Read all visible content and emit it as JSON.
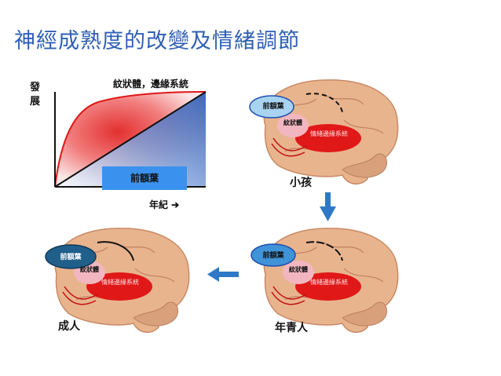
{
  "title": "神經成熟度的改變及情緒調節",
  "graph": {
    "y_label": "發展",
    "x_label": "年紀 ➔",
    "curve_label": "紋狀體，邊緣系統",
    "line_label": "前額葉"
  },
  "brains": [
    {
      "stage": "小孩",
      "pfc": "前額葉",
      "striatum": "紋狀體",
      "limbic": "情緒邊緣系統"
    },
    {
      "stage": "年青人",
      "pfc": "前額葉",
      "striatum": "紋狀體",
      "limbic": "情緒邊緣系統"
    },
    {
      "stage": "成人",
      "pfc": "前額葉",
      "striatum": "紋狀體",
      "limbic": "情緒邊緣系統"
    }
  ],
  "colors": {
    "title": "#2f5fb4",
    "arrow": "#2f78c8",
    "curve_red": "#e01818",
    "line_blue": "#1f4fb0",
    "pfc_child": "#a8d4f2",
    "pfc_teen": "#3f93d6",
    "pfc_adult": "#1f5f8a",
    "limbic": "#e01818",
    "striatum": "#f2b6c0"
  }
}
